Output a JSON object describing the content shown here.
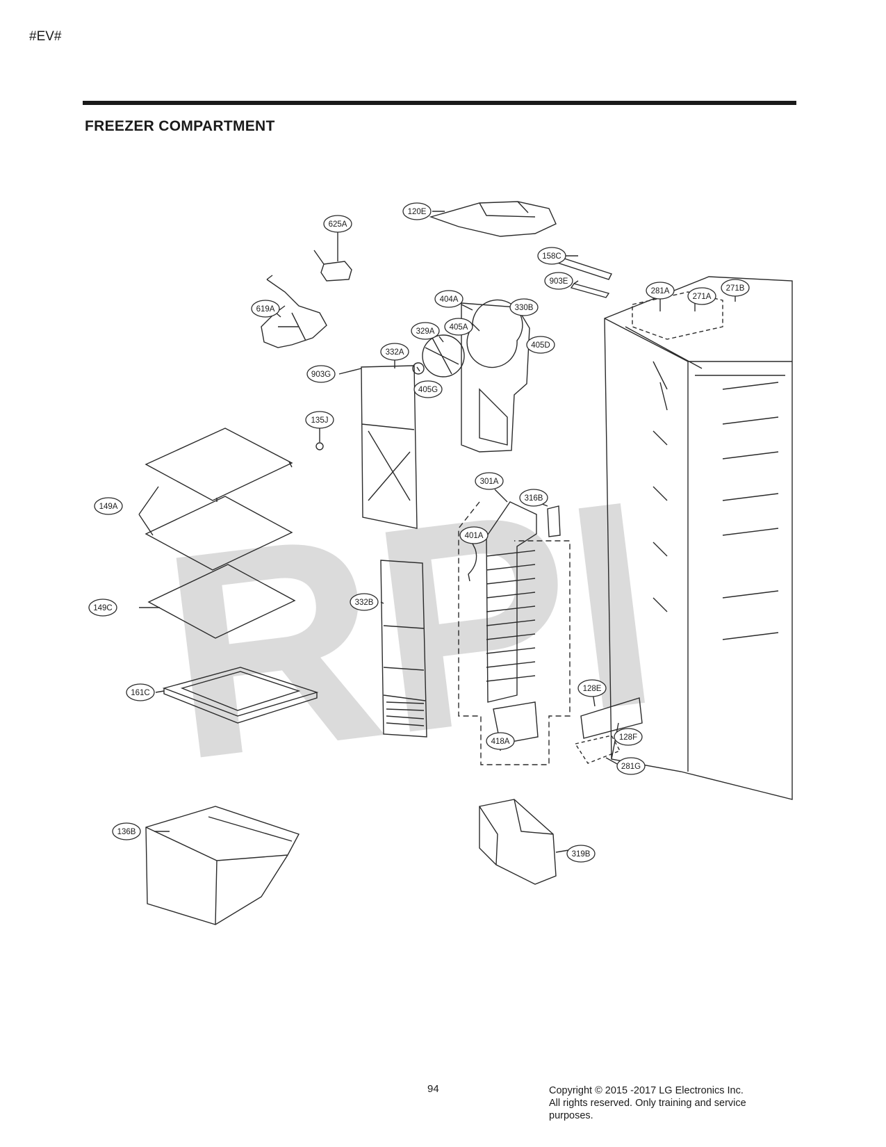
{
  "header": {
    "model_code": "#EV#",
    "section_title": "FREEZER COMPARTMENT"
  },
  "watermark": "RPI",
  "parts": {
    "p120E": "120E",
    "p625A": "625A",
    "p158C": "158C",
    "p903E": "903E",
    "p281A": "281A",
    "p271A": "271A",
    "p271B": "271B",
    "p619A": "619A",
    "p404A": "404A",
    "p330B": "330B",
    "p405A": "405A",
    "p329A": "329A",
    "p405D": "405D",
    "p332A": "332A",
    "p903G": "903G",
    "p405G": "405G",
    "p135J": "135J",
    "p149A": "149A",
    "p301A": "301A",
    "p316B": "316B",
    "p401A": "401A",
    "p332B": "332B",
    "p149C": "149C",
    "p161C": "161C",
    "p128E": "128E",
    "p128F": "128F",
    "p418A": "418A",
    "p281G": "281G",
    "p136B": "136B",
    "p319B": "319B"
  },
  "footer": {
    "page_number": "94",
    "copyright_line1": "Copyright © 2015 -2017 LG Electronics Inc.",
    "copyright_line2": "All rights reserved. Only training and service",
    "copyright_line3": "purposes."
  }
}
